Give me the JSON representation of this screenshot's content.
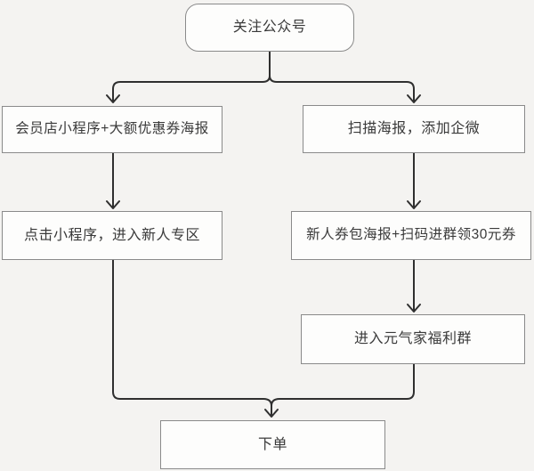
{
  "diagram": {
    "type": "flowchart",
    "colors": {
      "background": "#f4f3f1",
      "node_fill": "#fdfdfc",
      "node_border": "#8a8a8a",
      "line": "#2f2f2f",
      "text": "#3a3a3a"
    },
    "nodes": {
      "follow": {
        "label": "关注公众号",
        "shape": "rounded-terminator"
      },
      "left1": {
        "label": "会员店小程序+大额优惠券海报",
        "shape": "rect"
      },
      "right1": {
        "label": "扫描海报，添加企微",
        "shape": "rect"
      },
      "left2": {
        "label": "点击小程序，进入新人专区",
        "shape": "rect"
      },
      "right2": {
        "label": "新人券包海报+扫码进群领30元券",
        "shape": "rect"
      },
      "right3": {
        "label": "进入元气家福利群",
        "shape": "rect"
      },
      "order": {
        "label": "下单",
        "shape": "rect"
      }
    },
    "edges": [
      {
        "from": "follow",
        "to": "left1"
      },
      {
        "from": "follow",
        "to": "right1"
      },
      {
        "from": "left1",
        "to": "left2"
      },
      {
        "from": "right1",
        "to": "right2"
      },
      {
        "from": "right2",
        "to": "right3"
      },
      {
        "from": "left2",
        "to": "order"
      },
      {
        "from": "right3",
        "to": "order"
      }
    ]
  }
}
